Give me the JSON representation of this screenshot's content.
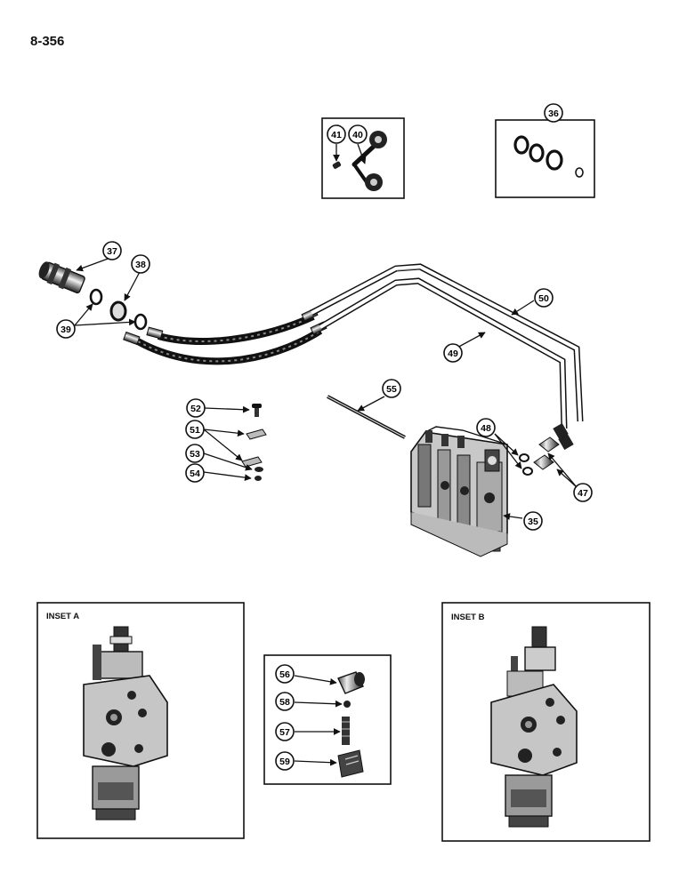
{
  "page": {
    "number": "8-356"
  },
  "insets": {
    "a_label": "INSET A",
    "b_label": "INSET B"
  },
  "callouts": {
    "n35": "35",
    "n36": "36",
    "n37": "37",
    "n38": "38",
    "n39": "39",
    "n40": "40",
    "n41": "41",
    "n47": "47",
    "n48": "48",
    "n49": "49",
    "n50": "50",
    "n51": "51",
    "n52": "52",
    "n53": "53",
    "n54": "54",
    "n55": "55",
    "n56": "56",
    "n57": "57",
    "n58": "58",
    "n59": "59"
  }
}
